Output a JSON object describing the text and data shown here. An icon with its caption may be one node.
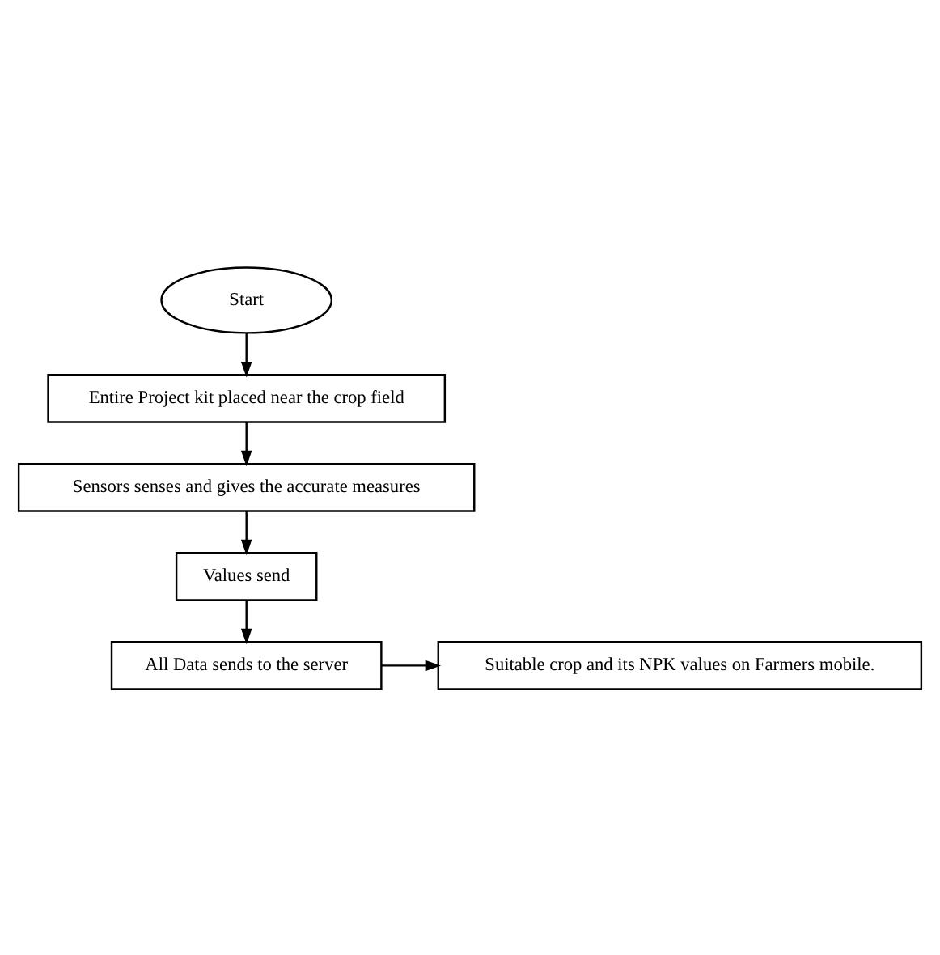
{
  "diagram": {
    "nodes": [
      {
        "text": [
          "Start"
        ]
      },
      {
        "text": [
          "Entire Project kit placed near the crop field"
        ]
      },
      {
        "text": [
          "Sensors senses and gives the accurate measures"
        ]
      },
      {
        "text": [
          "Values send"
        ]
      },
      {
        "text": [
          "All Data sends to the server"
        ]
      },
      {
        "text": [
          "Suitable crop and its NPK values on Farmers mobile."
        ]
      }
    ],
    "edges": [
      {
        "from": 0,
        "to": 1,
        "arrow": "to"
      },
      {
        "from": 1,
        "to": 2,
        "arrow": "to"
      },
      {
        "from": 2,
        "to": 3,
        "arrow": "to"
      },
      {
        "from": 3,
        "to": 4,
        "arrow": "to"
      },
      {
        "from": 4,
        "to": 5,
        "arrow": "to"
      }
    ]
  }
}
